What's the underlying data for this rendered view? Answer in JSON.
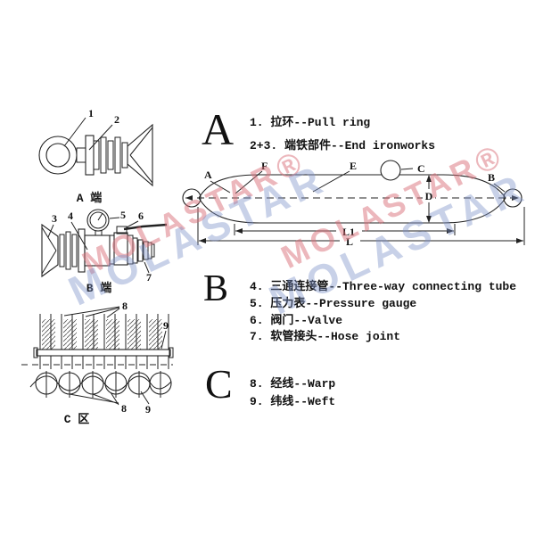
{
  "watermark": {
    "brand_pink": "MOLASTAR®",
    "brand_blue": "MOLASTAR",
    "pink_color": "#d9707a",
    "blue_color": "#7b92c8"
  },
  "sections": {
    "a": {
      "letter": "A",
      "items": [
        "1. 拉环--Pull ring",
        "2+3. 端铁部件--End ironworks"
      ]
    },
    "b": {
      "letter": "B",
      "items": [
        "4. 三通连接管--Three-way connecting tube",
        "5. 压力表--Pressure gauge",
        "6. 阀门--Valve",
        "7. 软管接头--Hose joint"
      ]
    },
    "c": {
      "letter": "C",
      "items": [
        "8. 经线--Warp",
        "9. 纬线--Weft"
      ]
    }
  },
  "figures": {
    "a_end": {
      "caption": "A 端",
      "part_labels": [
        "1",
        "2"
      ]
    },
    "b_end": {
      "caption": "B 端",
      "part_labels": [
        "3",
        "4",
        "5",
        "6",
        "7"
      ]
    },
    "c_zone": {
      "caption": "C 区",
      "part_labels": [
        "8",
        "9"
      ]
    },
    "main": {
      "labels": {
        "a": "A",
        "b": "B",
        "c": "C",
        "d": "D",
        "e": "E",
        "f": "F",
        "l1": "L1",
        "l": "L"
      }
    }
  }
}
